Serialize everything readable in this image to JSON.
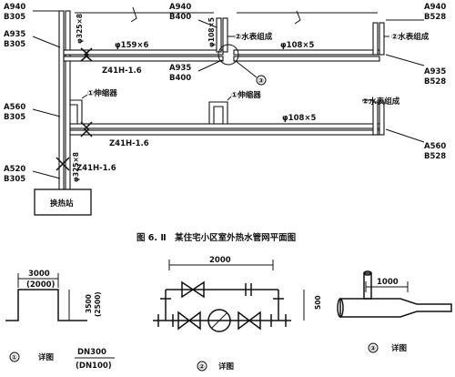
{
  "plan": {
    "labels": {
      "top_left_a": "A940",
      "top_left_b": "B305",
      "mid_left_a": "A935",
      "mid_left_b": "B305",
      "low_left_a": "A560",
      "low_left_b": "B305",
      "bot_left_a": "A520",
      "bot_left_b": "B305",
      "top_mid_a": "A940",
      "top_mid_b": "B400",
      "mid_mid_a": "A935",
      "mid_mid_b": "B400",
      "top_right_a": "A940",
      "top_right_b": "B528",
      "mid_right_a": "A935",
      "mid_right_b": "B528",
      "low_right_a": "A560",
      "low_right_b": "B528"
    },
    "pipe_dims": {
      "vert_main_upper": "φ325×8",
      "vert_main_lower": "φ325×8",
      "top_main": "φ159×6",
      "top_right": "φ108×5",
      "riser_mid": "φ108×5",
      "lower_main": "φ108×5"
    },
    "valves": {
      "v1": "Z41H-1.6",
      "v2": "Z41H-1.6",
      "v3": "Z41H-1.6"
    },
    "callouts": {
      "meter_top_mid": "②水表组成",
      "meter_top_right": "②水表组成",
      "meter_low_right": "②水表组成",
      "expansion_left": "①伸缩器",
      "expansion_mid": "①伸缩器",
      "marker3": "③"
    },
    "station": "换热站"
  },
  "caption": "图 6. Ⅱ　某住宅小区室外热水管网平面图",
  "details": {
    "d1": {
      "width_top": "3000",
      "width_bot": "(2000)",
      "height_a": "3500",
      "height_b": "(2500)",
      "marker": "①",
      "title": "详图",
      "frac_num": "DN300",
      "frac_den": "(DN100)"
    },
    "d2": {
      "span": "2000",
      "height": "500",
      "marker": "②",
      "title": "详图"
    },
    "d3": {
      "length": "1000",
      "marker": "③",
      "title": "详图"
    }
  }
}
